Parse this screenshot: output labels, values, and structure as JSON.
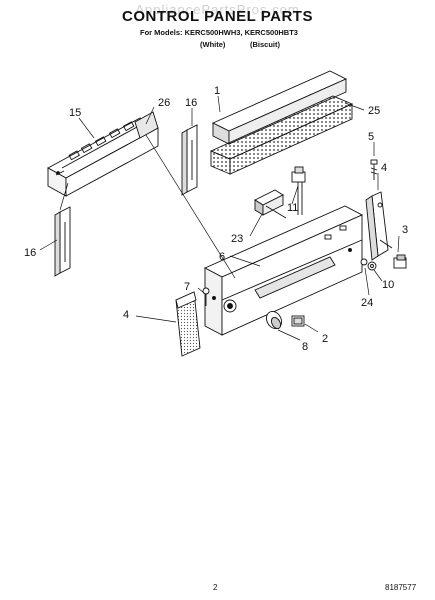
{
  "header": {
    "watermark": "AppliancePartsPros.com",
    "title": "CONTROL PANEL PARTS",
    "models_line": "For Models: KERC500HWH3, KERC500HBT3",
    "variant_white": "(White)",
    "variant_biscuit": "(Biscuit)"
  },
  "callouts": [
    "1",
    "2",
    "3",
    "4",
    "4",
    "5",
    "6",
    "7",
    "8",
    "10",
    "11",
    "15",
    "16",
    "16",
    "23",
    "24",
    "25",
    "26"
  ],
  "footer": {
    "page_number": "2",
    "doc_number": "8187577"
  }
}
